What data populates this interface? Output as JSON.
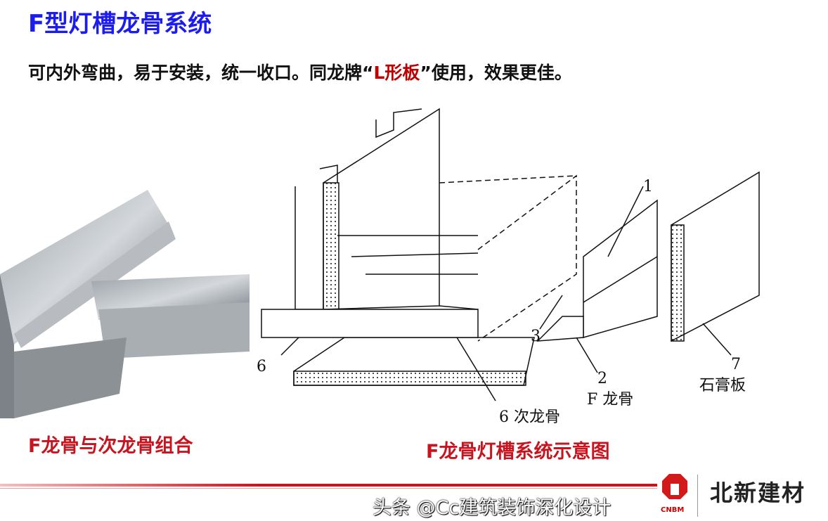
{
  "title": "F型灯槽龙骨系统",
  "subtitle": {
    "before": "可内外弯曲，易于安装，统一收口。同龙牌",
    "quote_open": "“",
    "highlight": "L形板",
    "quote_close": "”",
    "after": "使用，效果更佳。"
  },
  "captions": {
    "photo": "F龙骨与次龙骨组合",
    "diagram": "F龙骨灯槽系统示意图"
  },
  "diagram_labels": {
    "l1": "1",
    "l2": "2",
    "l3": "3",
    "l6a": "6",
    "l6b": "6 次龙骨",
    "l7": "7",
    "f_keel": "F 龙骨",
    "gypsum": "石膏板"
  },
  "logo": {
    "brand": "北新建材",
    "abbr": "CNBM"
  },
  "watermark": "头条 @Cc建筑装饰深化设计",
  "colors": {
    "title": "#1c1cf0",
    "accent": "#c8141e"
  }
}
